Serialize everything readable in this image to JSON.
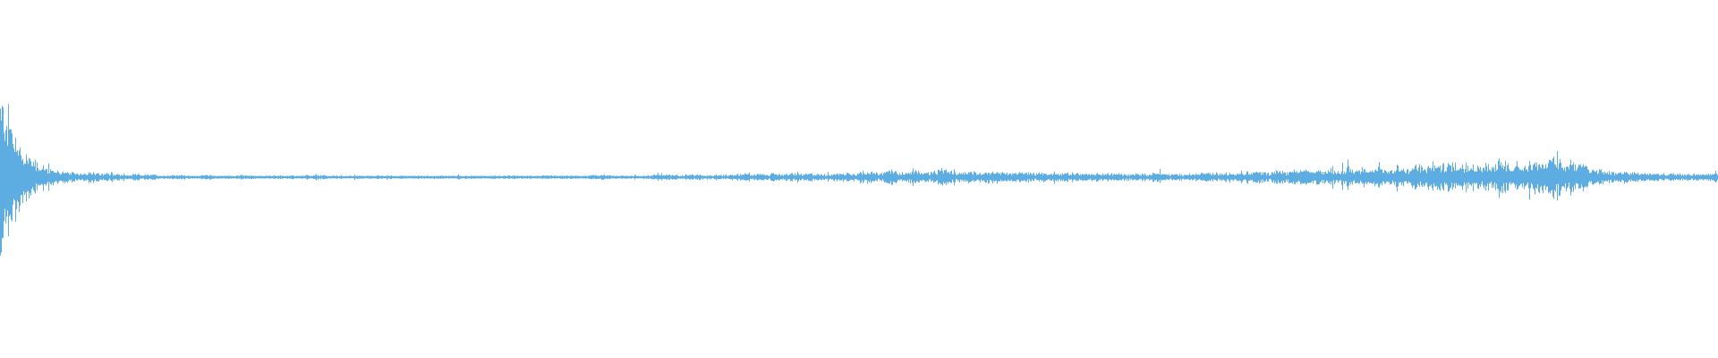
{
  "waveform": {
    "color": "#5DADE2",
    "background": "#FFFFFF",
    "style": "mirrored-amplitude",
    "envelope": [
      1.0,
      0.8,
      0.45,
      0.3,
      0.22,
      0.12,
      0.1,
      0.08,
      0.06,
      0.05,
      0.07,
      0.05,
      0.04,
      0.05,
      0.03,
      0.03,
      0.04,
      0.03,
      0.03,
      0.02,
      0.03,
      0.03,
      0.02,
      0.02,
      0.03,
      0.02,
      0.02,
      0.02,
      0.03,
      0.02,
      0.02,
      0.02,
      0.02,
      0.02,
      0.02,
      0.02,
      0.02,
      0.03,
      0.02,
      0.02,
      0.02,
      0.02,
      0.02,
      0.02,
      0.02,
      0.02,
      0.02,
      0.02,
      0.02,
      0.02,
      0.02,
      0.02,
      0.02,
      0.02,
      0.02,
      0.02,
      0.02,
      0.02,
      0.02,
      0.02,
      0.02,
      0.02,
      0.02,
      0.02,
      0.02,
      0.02,
      0.02,
      0.02,
      0.02,
      0.03,
      0.03,
      0.02,
      0.02,
      0.02,
      0.02,
      0.02,
      0.05,
      0.03,
      0.03,
      0.03,
      0.04,
      0.03,
      0.03,
      0.03,
      0.03,
      0.04,
      0.05,
      0.04,
      0.04,
      0.04,
      0.05,
      0.04,
      0.05,
      0.04,
      0.05,
      0.04,
      0.04,
      0.05,
      0.06,
      0.05,
      0.08,
      0.06,
      0.05,
      0.1,
      0.07,
      0.06,
      0.09,
      0.07,
      0.06,
      0.1,
      0.08,
      0.06,
      0.08,
      0.06,
      0.07,
      0.08,
      0.06,
      0.06,
      0.07,
      0.06,
      0.05,
      0.06,
      0.05,
      0.06,
      0.05,
      0.05,
      0.04,
      0.05,
      0.04,
      0.05,
      0.04,
      0.04,
      0.05,
      0.04,
      0.07,
      0.04,
      0.04,
      0.04,
      0.04,
      0.05,
      0.06,
      0.05,
      0.06,
      0.06,
      0.07,
      0.06,
      0.08,
      0.06,
      0.09,
      0.06,
      0.1,
      0.08,
      0.09,
      0.08,
      0.1,
      0.09,
      0.12,
      0.09,
      0.14,
      0.1,
      0.12,
      0.1,
      0.14,
      0.1,
      0.16,
      0.12,
      0.18,
      0.14,
      0.2,
      0.16,
      0.18,
      0.14,
      0.16,
      0.14,
      0.22,
      0.16,
      0.18,
      0.16,
      0.2,
      0.18,
      0.24,
      0.18,
      0.2,
      0.16,
      0.12,
      0.1,
      0.08,
      0.07,
      0.06,
      0.06,
      0.05,
      0.05,
      0.05,
      0.04,
      0.05,
      0.04,
      0.04,
      0.04,
      0.05,
      0.06
    ]
  }
}
